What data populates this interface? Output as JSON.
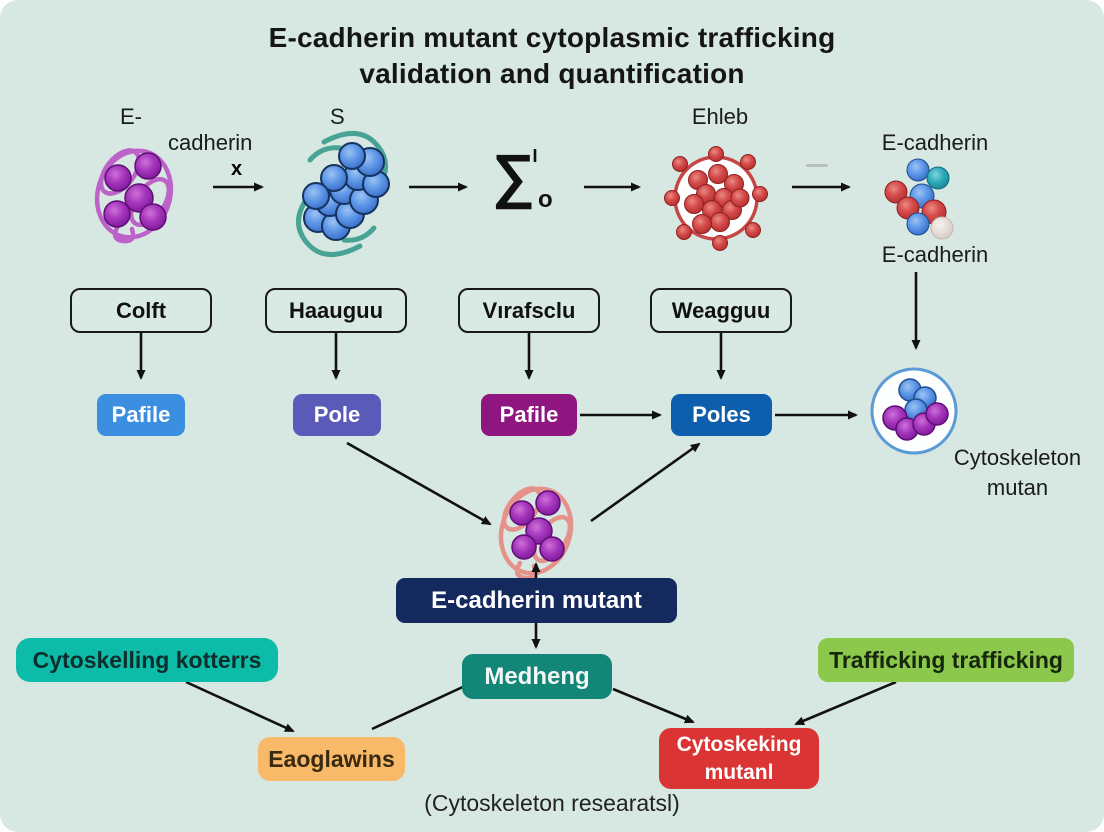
{
  "title": {
    "line1": "E-cadherin mutant cytoplasmic trafficking",
    "line2": "validation and quantification"
  },
  "top_row": {
    "cell1_label_line1": "E-",
    "cell1_label_line2": "cadherin",
    "arrow1_label": "x",
    "cell2_label": "S",
    "sigma_symbol": "∑",
    "sigma_sub": "o",
    "cell3_label": "Ehleb",
    "cluster_label_top": "E-cadherin",
    "cluster_label_bottom": "E-cadherin"
  },
  "outline_boxes": [
    {
      "label": "Colft"
    },
    {
      "label": "Haauguu"
    },
    {
      "label": "Vırafsclu"
    },
    {
      "label": "Weagguu"
    }
  ],
  "colored_boxes": [
    {
      "label": "Pafile",
      "color": "#3b8ee0"
    },
    {
      "label": "Pole",
      "color": "#5a5ab9"
    },
    {
      "label": "Pafile",
      "color": "#8f1581"
    },
    {
      "label": "Poles",
      "color": "#0d5fae"
    }
  ],
  "cytoskeleton_node": {
    "line1": "Cytoskeleton",
    "line2": "mutan"
  },
  "mutant_box": {
    "label": "E-cadherin mutant",
    "color": "#14295d"
  },
  "medheng_box": {
    "label": "Medheng",
    "color": "#128677"
  },
  "left_box": {
    "label": "Cytoskelling kotterrs",
    "color": "#0dbba9"
  },
  "right_box": {
    "label": "Trafficking trafficking",
    "color": "#8cc84b"
  },
  "orange_box": {
    "label": "Eaoglawins",
    "color": "#f8ba68"
  },
  "red_box": {
    "line1": "Cytoskeking",
    "line2": "mutanl",
    "color": "#da3434"
  },
  "caption": "(Cytoskeleton researatsl)",
  "illustrations": {
    "purple_cell": "ecadherin-complex-illustration",
    "blue_cluster": "s-protein-cluster-illustration",
    "red_vesicle": "ehleb-vesicle-illustration",
    "sphere_cluster": "ecadherin-sphere-cluster-illustration",
    "cytoskeleton_circle": "cytoskeleton-mutant-node-illustration",
    "pink_cell": "ecadherin-mutant-cell-illustration"
  },
  "colors": {
    "background": "#d7e8e2",
    "arrow": "#111111",
    "purple_loops": "#bd62c8",
    "purple_sphere": "#8e24aa",
    "blue_sphere": "#4a86e0",
    "teal_arc": "#48a395",
    "red_sphere": "#cc3b3b",
    "circle_border_blue": "#5b9bd5"
  }
}
